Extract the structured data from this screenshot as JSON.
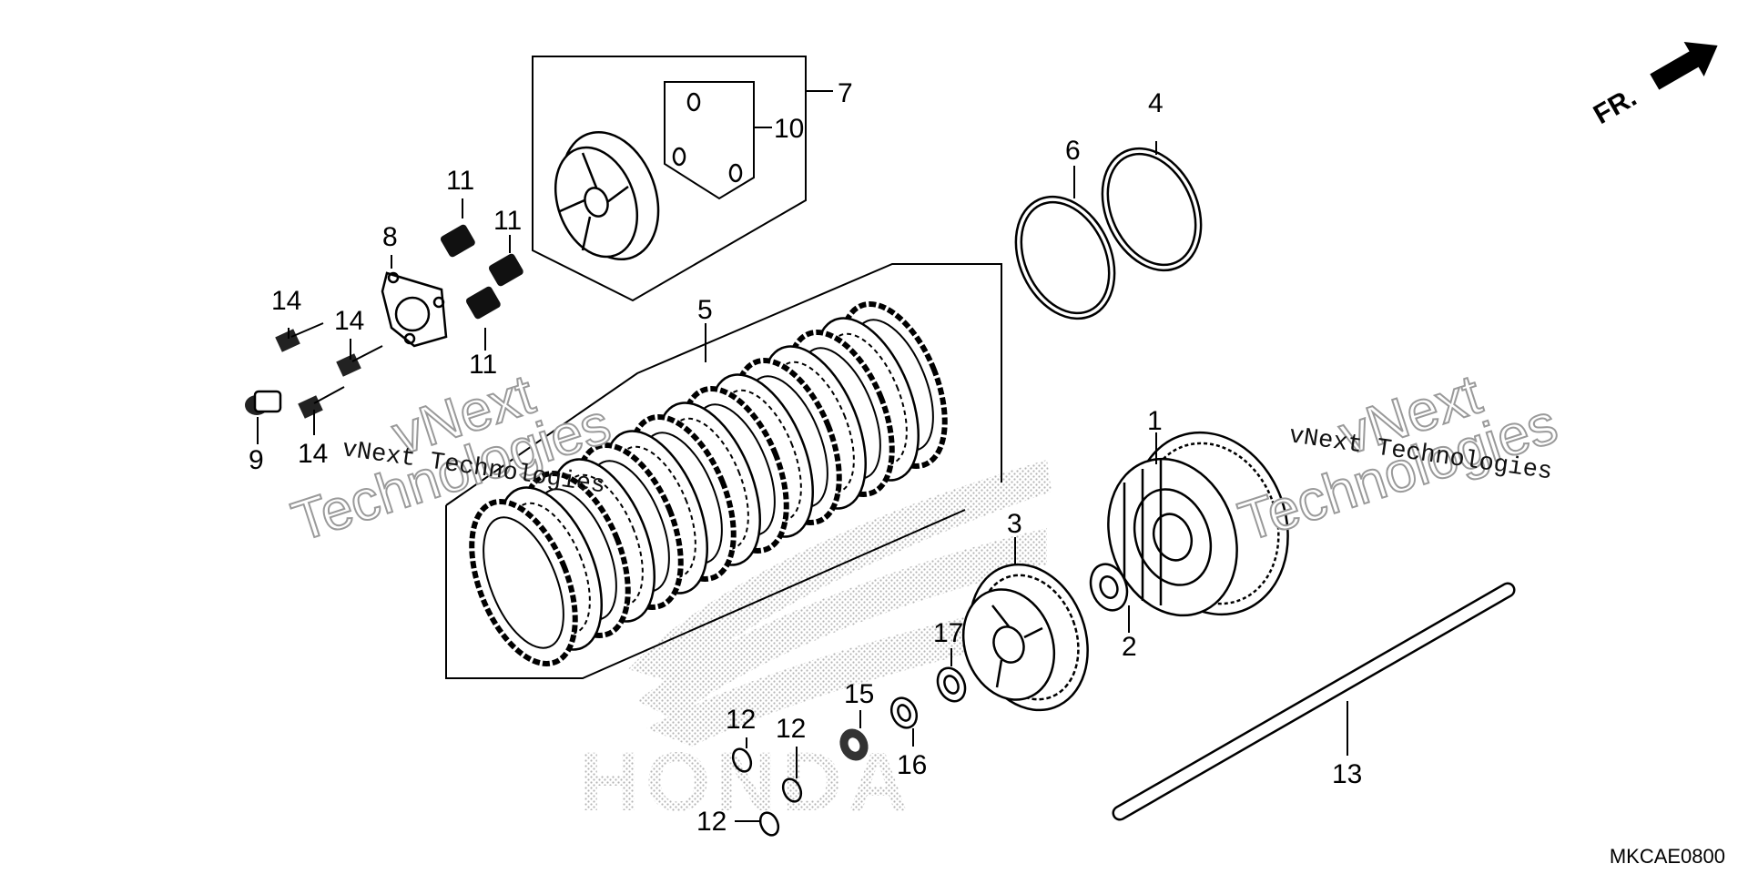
{
  "diagram": {
    "watermark_small": "vNext Technologies",
    "watermark_big_line1": "vNext",
    "watermark_big_line2": "Technologies",
    "brand_background": "HONDA",
    "direction_label": "FR.",
    "diagram_code": "MKCAE0800",
    "callouts": {
      "c1": "1",
      "c2": "2",
      "c3": "3",
      "c4": "4",
      "c5": "5",
      "c6": "6",
      "c7": "7",
      "c8": "8",
      "c9": "9",
      "c10": "10",
      "c11a": "11",
      "c11b": "11",
      "c11c": "11",
      "c12a": "12",
      "c12b": "12",
      "c12c": "12",
      "c13": "13",
      "c14a": "14",
      "c14b": "14",
      "c14c": "14",
      "c15": "15",
      "c16": "16",
      "c17": "17"
    }
  }
}
